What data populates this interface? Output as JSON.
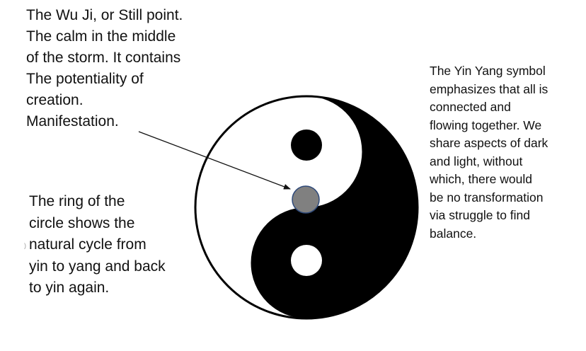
{
  "captions": {
    "wuji": "The Wu Ji, or Still point.\nThe calm in the middle\nof the storm. It contains\nThe potentiality of\ncreation.\nManifestation.",
    "ring": "The ring of the\ncircle shows the\nnatural cycle from\nyin to yang and back\nto yin again.",
    "yinyang": "The Yin Yang symbol\nemphasizes that all is\nconnected and\nflowing together. We\nshare aspects of dark\nand light, without\nwhich, there would\nbe no transformation\nvia struggle to find\nbalance."
  },
  "colors": {
    "yin": "#000000",
    "yang": "#ffffff",
    "still_point_fill": "#808080",
    "still_point_stroke": "#2f4a7a",
    "arrow": "#111111"
  }
}
